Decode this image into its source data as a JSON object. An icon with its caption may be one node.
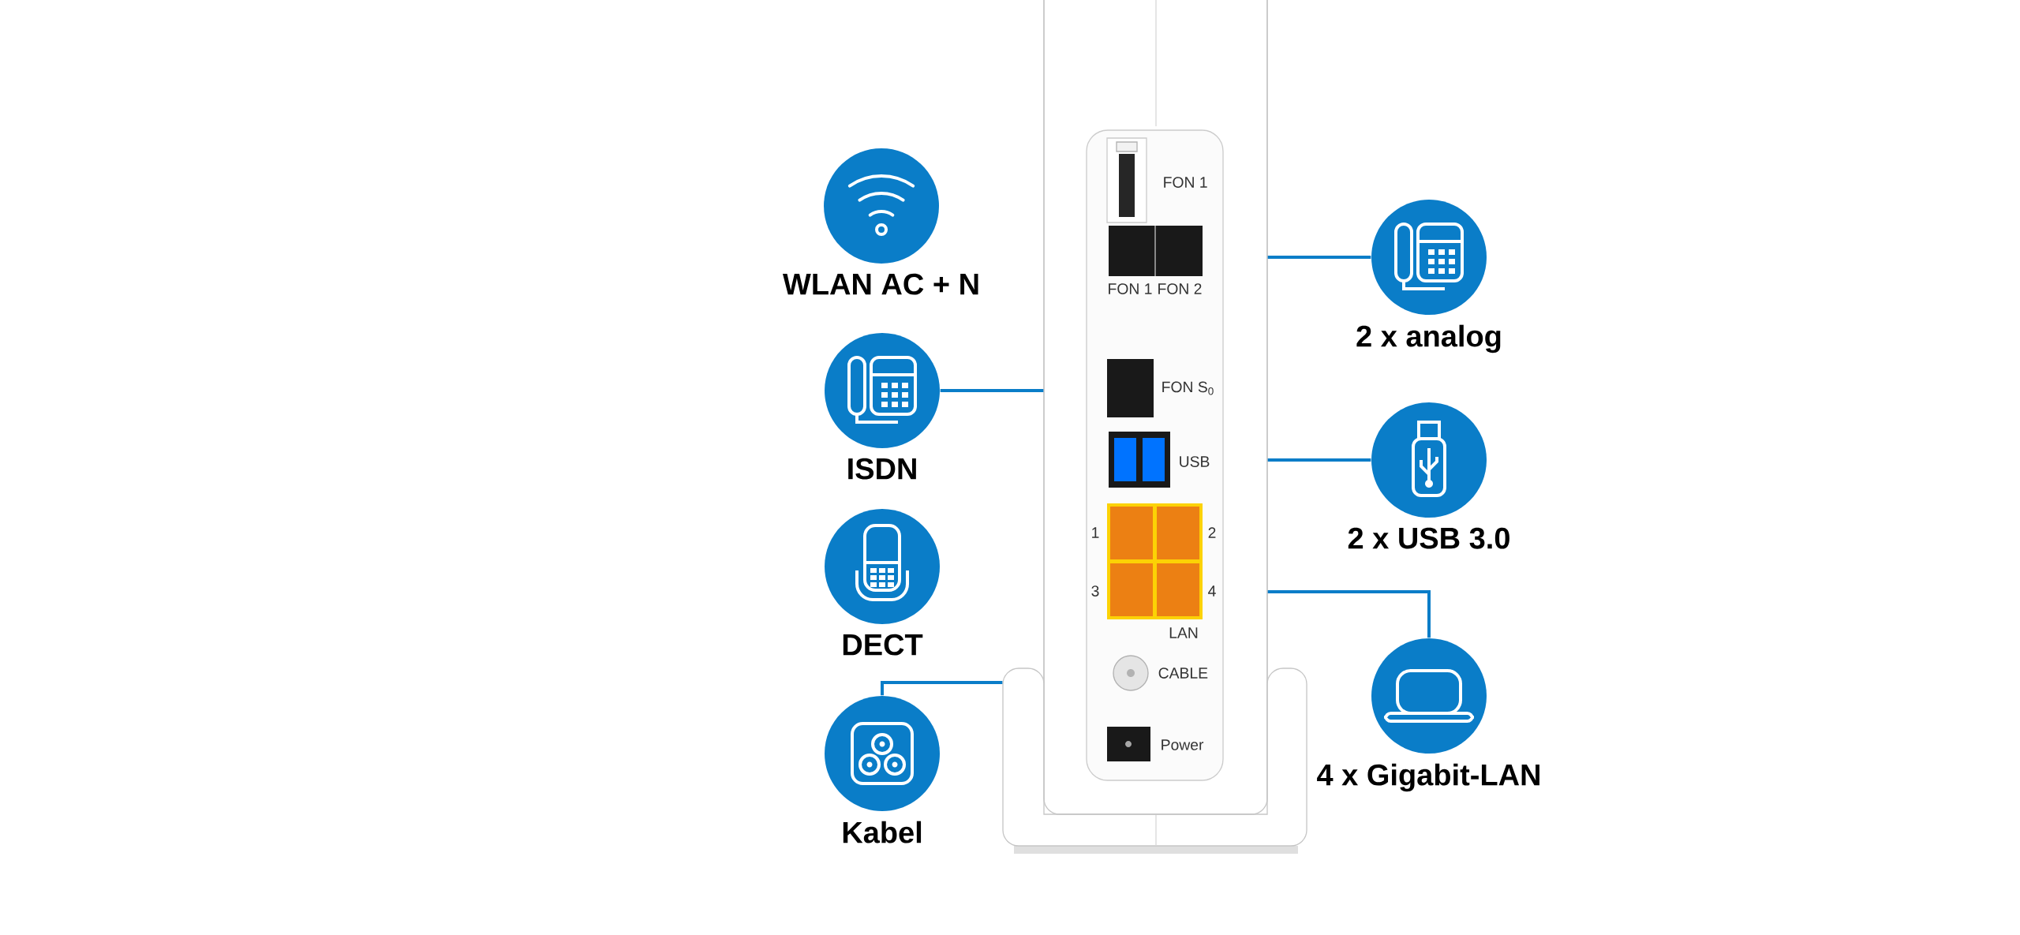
{
  "diagram": {
    "nodes": [
      {
        "text": [
          "WLAN AC + N"
        ]
      },
      {
        "text": [
          "ISDN"
        ]
      },
      {
        "text": [
          "DECT"
        ]
      },
      {
        "text": [
          "Kabel"
        ]
      },
      {
        "text": [
          "2 x analog"
        ]
      },
      {
        "text": [
          "2 x USB 3.0"
        ]
      },
      {
        "text": [
          "4 x Gigabit-LAN"
        ]
      },
      {
        "text": [],
        "shape": "picture"
      }
    ],
    "edges": [
      {
        "from": 1,
        "to": 7,
        "arrow": "none"
      },
      {
        "from": 3,
        "to": 7,
        "arrow": "none"
      },
      {
        "from": 7,
        "to": 4,
        "arrow": "none"
      },
      {
        "from": 7,
        "to": 5,
        "arrow": "none"
      },
      {
        "from": 7,
        "to": 6,
        "arrow": "none"
      }
    ],
    "labels": [
      "FON 1",
      "FON 1",
      "FON 2",
      "FON S$_{0}$",
      "USB",
      "1",
      "2",
      "3",
      "4",
      "LAN",
      "CABLE",
      "Power"
    ]
  }
}
